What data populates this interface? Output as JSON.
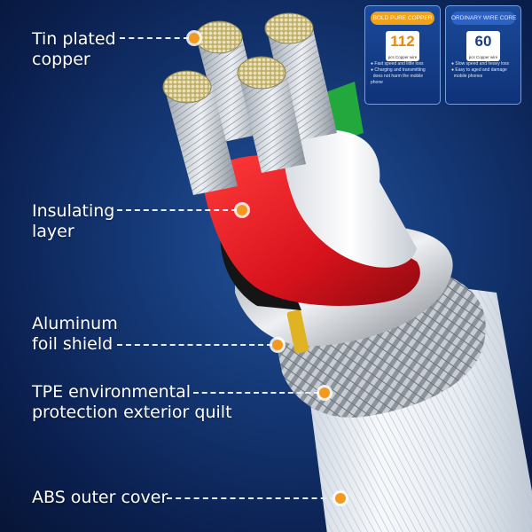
{
  "labels": {
    "tin_plated": [
      "Tin plated",
      "copper"
    ],
    "insulating": [
      "Insulating",
      "layer"
    ],
    "aluminum": [
      "Aluminum",
      "foil shield"
    ],
    "tpe": [
      "TPE environmental",
      "protection exterior quilt"
    ],
    "abs": "ABS outer cover"
  },
  "comparison": {
    "bold": {
      "title": "BOLD PURE COPPER",
      "count": "112",
      "unit": "pcs Copper wire",
      "points": [
        "Fast speed and little loss",
        "Charging and transmitting",
        "does not harm the mobile phone"
      ]
    },
    "ordinary": {
      "title": "ORDINARY WIRE CORE",
      "count": "60",
      "unit": "pcs Copper wire",
      "points": [
        "Slow speed and heavy loss",
        "Easy to aged and damage",
        "mobile phones"
      ]
    }
  },
  "colors": {
    "background": "#143774",
    "accent_dot": "#f39a1e",
    "gold": "#f0a21b",
    "red_wire": "#e0202a",
    "white_wire": "#f2f2f2",
    "green_wire": "#1fa33a",
    "outer_cover": "#eef1f5"
  }
}
